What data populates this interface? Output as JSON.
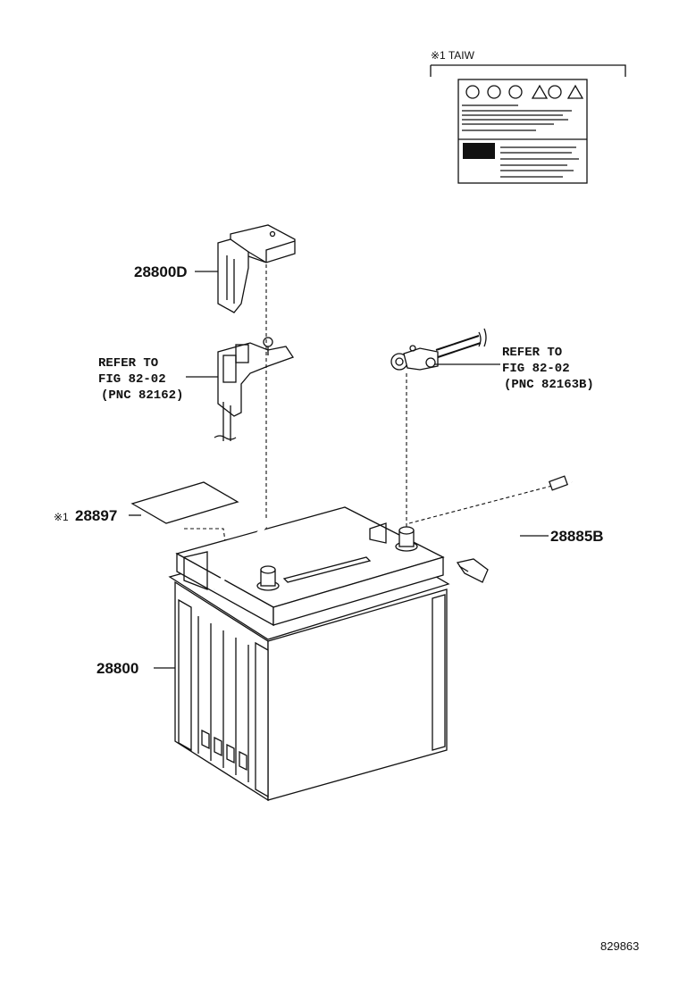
{
  "labels": {
    "taiw_note": "※1 TAIW",
    "part_cover": "28800D",
    "refer_left_line1": "REFER TO",
    "refer_left_line2": "FIG 82-02",
    "refer_left_line3": "(PNC 82162)",
    "refer_right_line1": "REFER TO",
    "refer_right_line2": "FIG 82-02",
    "refer_right_line3": "(PNC 82163B)",
    "part_label_sheet_prefix": "※1",
    "part_label_sheet": "28897",
    "part_vent_hose": "28885B",
    "part_battery": "28800",
    "diagram_id": "829863"
  },
  "icons": {
    "warning_card": "warning-label-card-icon",
    "terminal_cover": "terminal-cover-icon",
    "negative_clamp": "negative-terminal-clamp-icon",
    "positive_clamp": "positive-terminal-clamp-icon",
    "label_sheet": "label-sheet-icon",
    "vent_hose": "vent-hose-icon",
    "battery": "battery-icon"
  }
}
